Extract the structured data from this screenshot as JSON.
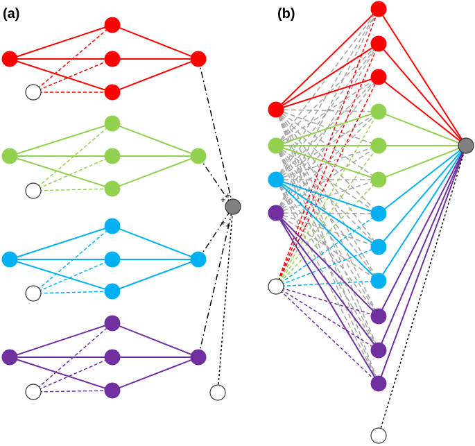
{
  "labels": {
    "panel_a": "(a)",
    "panel_b": "(b)",
    "plus_sign": "+"
  },
  "colors": {
    "red": "#ff0000",
    "green": "#92d050",
    "blue": "#00b0f0",
    "purple": "#7030a0",
    "output_gray": "#808080",
    "gray_dashed": "#a6a6a6",
    "bias_fill": "#ffffff",
    "black": "#000000"
  },
  "panel_a": {
    "description_groups": [
      "red",
      "green",
      "blue",
      "purple"
    ],
    "hidden_nodes_per_group": 3,
    "bias_node_per_group": true,
    "output_combiner": "gray"
  },
  "panel_b": {
    "input_colors": [
      "red",
      "green",
      "blue",
      "purple"
    ],
    "hidden_colors": [
      "red",
      "red",
      "red",
      "green",
      "green",
      "green",
      "blue",
      "blue",
      "blue",
      "purple",
      "purple",
      "purple"
    ],
    "output": "gray"
  }
}
